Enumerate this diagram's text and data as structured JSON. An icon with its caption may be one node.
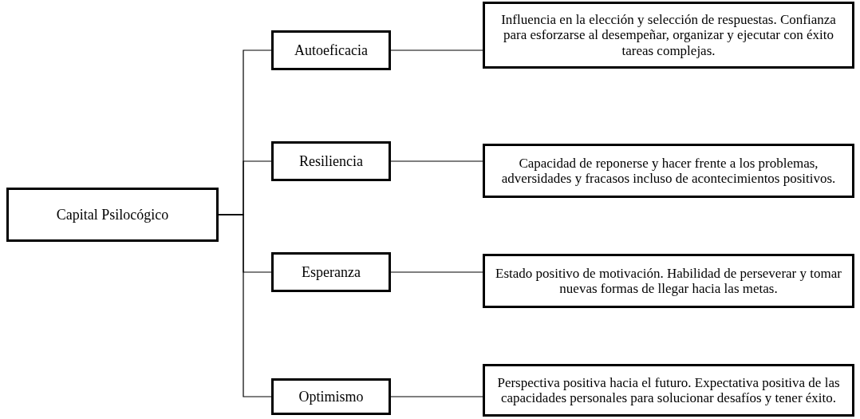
{
  "diagram": {
    "nodes": [
      {
        "text": [
          "Capital Psilocógico"
        ]
      },
      {
        "text": [
          "Autoeficacia"
        ]
      },
      {
        "text": [
          "Influencia en la elección y selección de respuestas. Confianza para esforzarse al desempeñar, organizar y ejecutar con éxito tareas complejas."
        ]
      },
      {
        "text": [
          "Resiliencia"
        ]
      },
      {
        "text": [
          "Capacidad de reponerse y hacer frente a los problemas, adversidades y fracasos incluso de acontecimientos positivos."
        ]
      },
      {
        "text": [
          "Esperanza"
        ]
      },
      {
        "text": [
          "Estado positivo de motivación. Habilidad de perseverar y tomar nuevas formas de llegar hacia las metas."
        ]
      },
      {
        "text": [
          "Optimismo"
        ]
      },
      {
        "text": [
          "Perspectiva positiva hacia el futuro. Expectativa positiva de las capacidades personales para solucionar desafíos y tener éxito."
        ]
      }
    ],
    "edges": [
      {
        "from": 0,
        "to": 1,
        "arrow": "none"
      },
      {
        "from": 0,
        "to": 3,
        "arrow": "none"
      },
      {
        "from": 0,
        "to": 5,
        "arrow": "none"
      },
      {
        "from": 0,
        "to": 7,
        "arrow": "none"
      },
      {
        "from": 1,
        "to": 2,
        "arrow": "none"
      },
      {
        "from": 3,
        "to": 4,
        "arrow": "none"
      },
      {
        "from": 5,
        "to": 6,
        "arrow": "none"
      },
      {
        "from": 7,
        "to": 8,
        "arrow": "none"
      }
    ]
  }
}
